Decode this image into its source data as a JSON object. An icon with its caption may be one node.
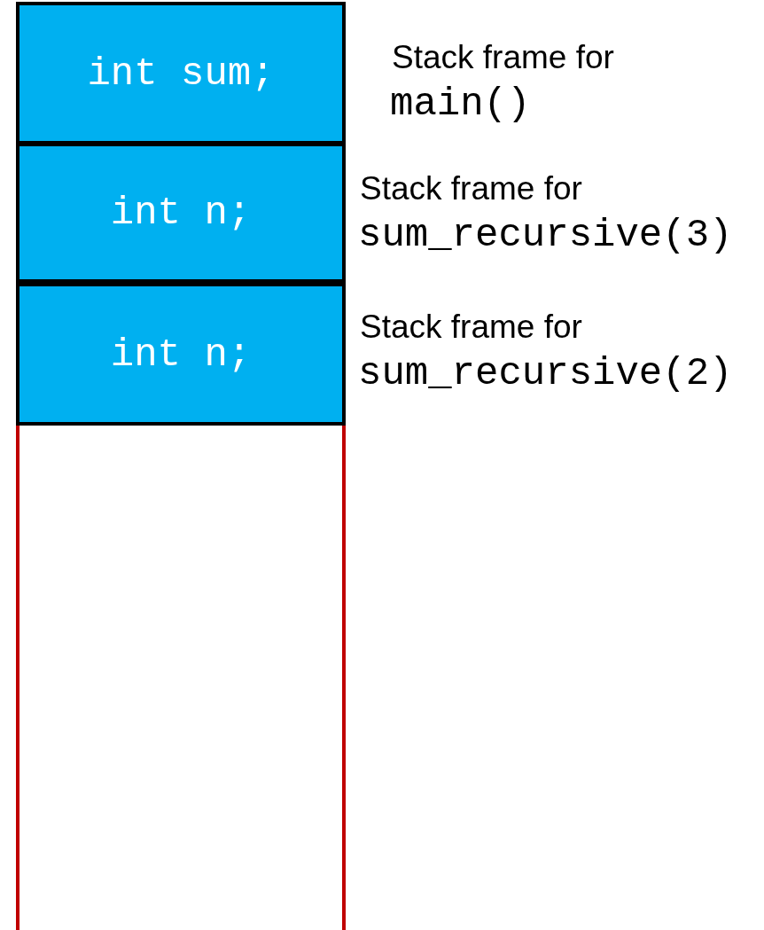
{
  "diagram": {
    "nodes": [
      {
        "text": [],
        "shape": "box"
      },
      {
        "text": [
          "int sum;"
        ],
        "in": 0,
        "beside": [
          "Stack frame for",
          "main()"
        ]
      },
      {
        "text": [
          "int n;"
        ],
        "in": 0,
        "beside": [
          "Stack frame for",
          "sum_recursive(3)"
        ]
      },
      {
        "text": [
          "int n;"
        ],
        "in": 0,
        "beside": [
          "Stack frame for",
          "sum_recursive(2)"
        ]
      }
    ]
  }
}
